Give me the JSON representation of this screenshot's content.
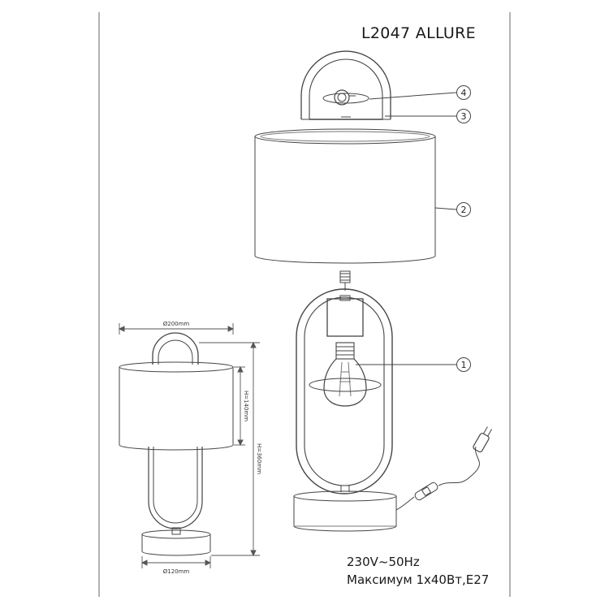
{
  "model_title": "L2047 ALLURE",
  "specs": {
    "voltage": "230V~50Hz",
    "power": "Максимум 1x40Вт,E27"
  },
  "callouts": [
    "1",
    "2",
    "3",
    "4"
  ],
  "dimensions": {
    "shade_diameter": "Ø200mm",
    "base_diameter": "Ø120mm",
    "shade_height": "H=140mm",
    "total_height": "H=360mm"
  }
}
